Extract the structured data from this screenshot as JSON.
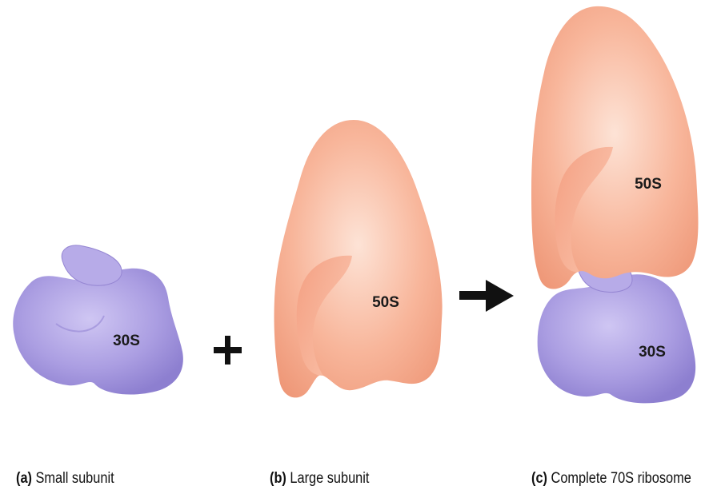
{
  "panels": {
    "a": {
      "letter": "(a)",
      "caption": "Small subunit",
      "subunit_label": "30S"
    },
    "b": {
      "letter": "(b)",
      "caption": "Large subunit",
      "subunit_label": "50S"
    },
    "c": {
      "letter": "(c)",
      "caption": "Complete 70S ribosome",
      "large_label": "50S",
      "small_label": "30S"
    }
  },
  "operators": {
    "plus": "+",
    "arrow": "right-arrow-icon"
  },
  "colors": {
    "small_subunit": "#a99be0",
    "small_subunit_highlight": "#c9bff0",
    "small_subunit_shadow": "#8677c9",
    "large_subunit": "#f6a98c",
    "large_subunit_highlight": "#fbd2bf",
    "large_subunit_shadow": "#e98e70"
  }
}
